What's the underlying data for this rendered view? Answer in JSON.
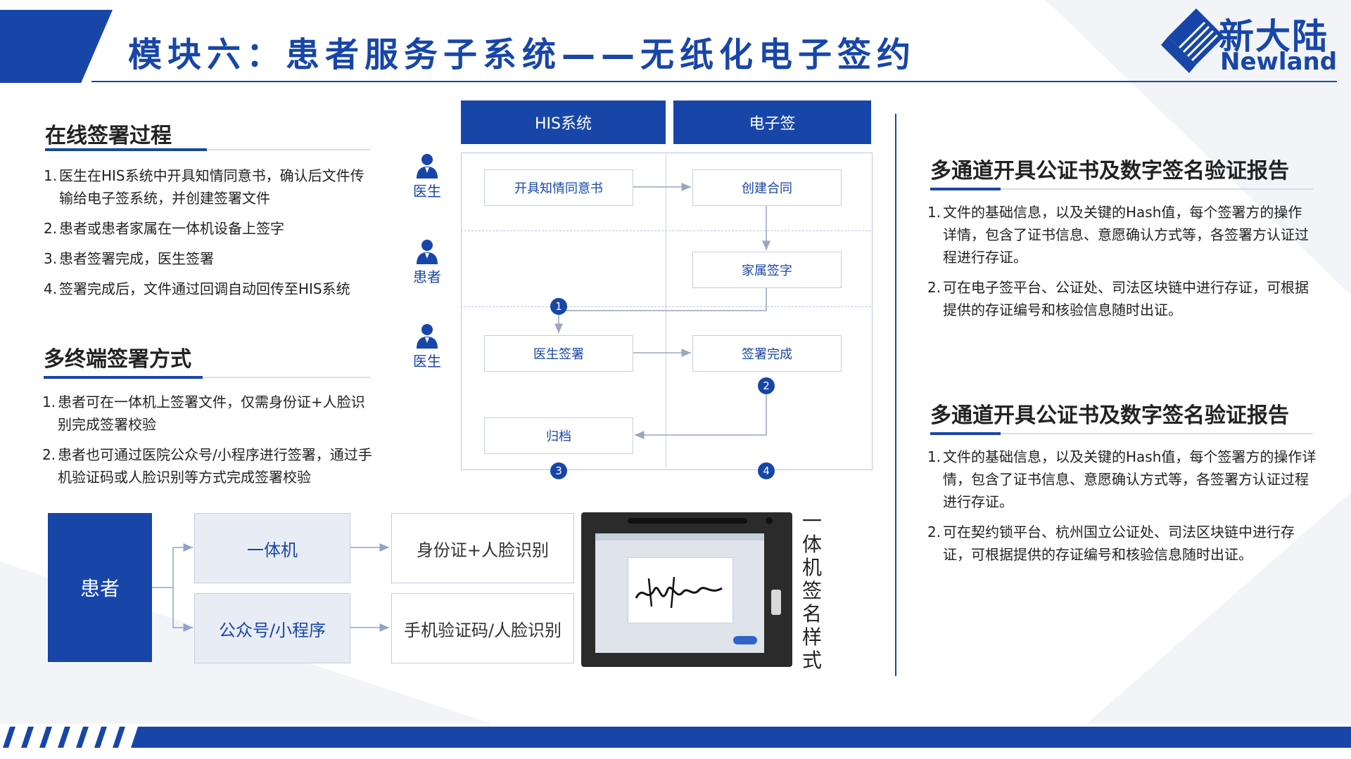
{
  "header": {
    "title": "模块六：患者服务子系统——无纸化电子签约",
    "logo_cn": "新大陆",
    "logo_en": "Newland"
  },
  "online_signing": {
    "title": "在线签署过程",
    "items": [
      {
        "num": "1.",
        "text": "医生在HIS系统中开具知情同意书，确认后文件传输给电子签系统，并创建签署文件"
      },
      {
        "num": "2.",
        "text": "患者或患者家属在一体机设备上签字"
      },
      {
        "num": "3.",
        "text": "患者签署完成，医生签署"
      },
      {
        "num": "4.",
        "text": "签署完成后，文件通过回调自动回传至HIS系统"
      }
    ]
  },
  "multi_terminal": {
    "title": "多终端签署方式",
    "items": [
      {
        "num": "1.",
        "text": "患者可在一体机上签署文件，仅需身份证+人脸识别完成签署校验"
      },
      {
        "num": "2.",
        "text": "患者也可通过医院公众号/小程序进行签署，通过手机验证码或人脸识别等方式完成签署校验"
      }
    ]
  },
  "flow": {
    "col_his": "HIS系统",
    "col_esign": "电子签",
    "actors": [
      "医生",
      "患者",
      "医生"
    ],
    "nodes": {
      "consent": "开具知情同意书",
      "create": "创建合同",
      "family_sign": "家属签字",
      "doctor_sign": "医生签署",
      "sign_done": "签署完成",
      "archive": "归档"
    },
    "badges": [
      "1",
      "2",
      "3",
      "4"
    ]
  },
  "terminal_diagram": {
    "patient": "患者",
    "kiosk": "一体机",
    "miniapp": "公众号/小程序",
    "kiosk_method": "身份证+人脸识别",
    "miniapp_method": "手机验证码/人脸识别",
    "caption": "一体机签名样式"
  },
  "report_1": {
    "title": "多通道开具公证书及数字签名验证报告",
    "items": [
      {
        "num": "1.",
        "text": "文件的基础信息，以及关键的Hash值，每个签署方的操作详情，包含了证书信息、意愿确认方式等，各签署方认证过程进行存证。"
      },
      {
        "num": "2.",
        "text": "可在电子签平台、公证处、司法区块链中进行存证，可根据提供的存证编号和核验信息随时出证。"
      }
    ]
  },
  "report_2": {
    "title": "多通道开具公证书及数字签名验证报告",
    "items": [
      {
        "num": "1.",
        "text": "文件的基础信息，以及关键的Hash值，每个签署方的操作详情，包含了证书信息、意愿确认方式等，各签署方认证过程进行存证。"
      },
      {
        "num": "2.",
        "text": "可在契约锁平台、杭州国立公证处、司法区块链中进行存证，可根据提供的存证编号和核验信息随时出证。"
      }
    ]
  },
  "colors": {
    "primary": "#1846a8",
    "light_box": "#e8ecf5",
    "border": "#c3cde3"
  }
}
